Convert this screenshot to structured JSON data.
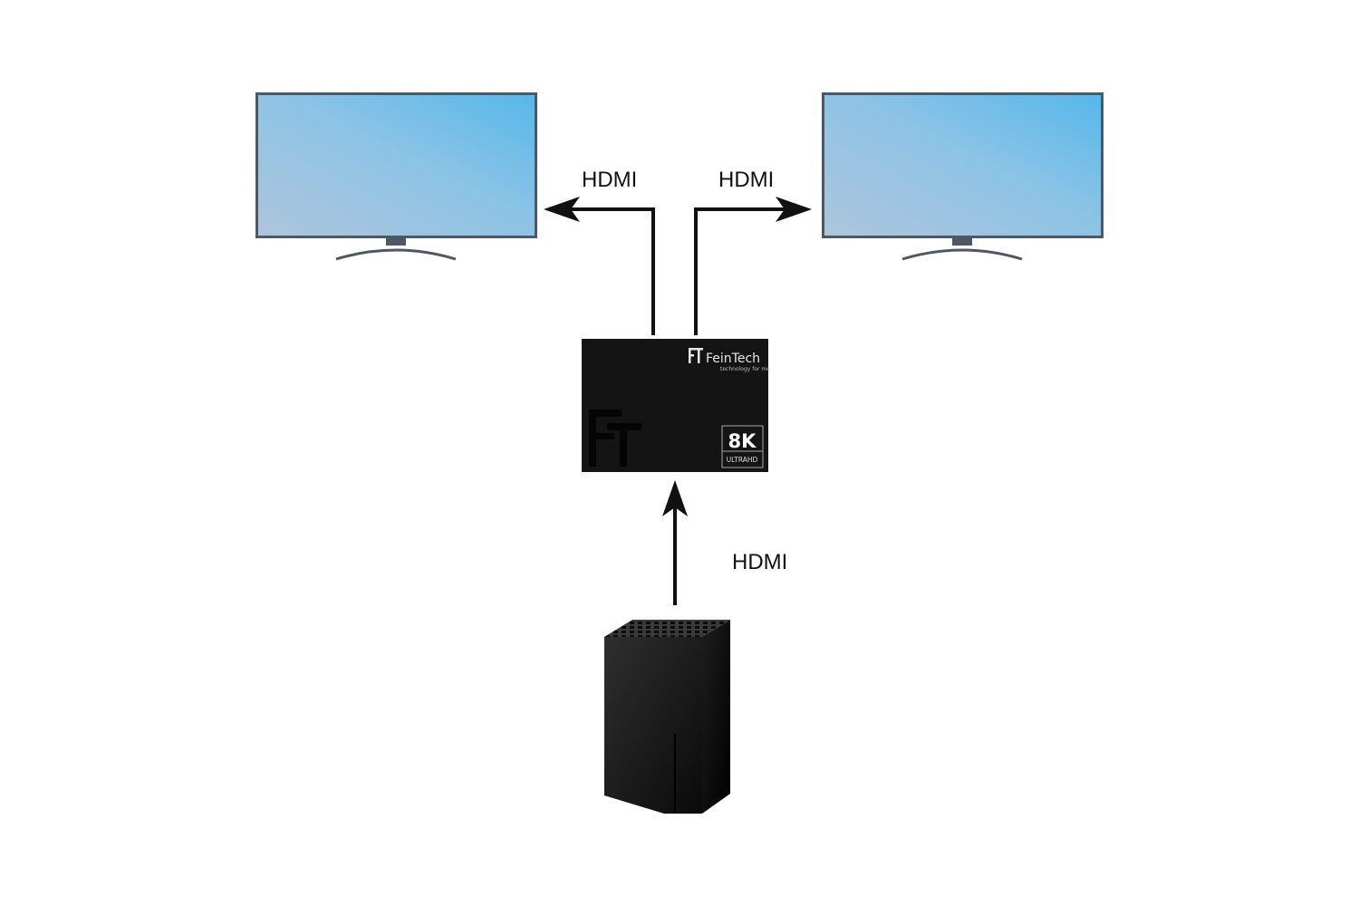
{
  "connections": {
    "left_output_label": "HDMI",
    "right_output_label": "HDMI",
    "input_label": "HDMI"
  },
  "splitter": {
    "brand_name": "FeinTech",
    "brand_tagline": "technology for me",
    "logo_mark": "FT",
    "resolution_badge": "8K",
    "resolution_subtext": "ULTRAHD"
  },
  "colors": {
    "screen_light": "#a9c3dd",
    "screen_accent": "#56b8ea",
    "bezel": "#4d5866",
    "device_body": "#141414",
    "arrow": "#111111"
  }
}
